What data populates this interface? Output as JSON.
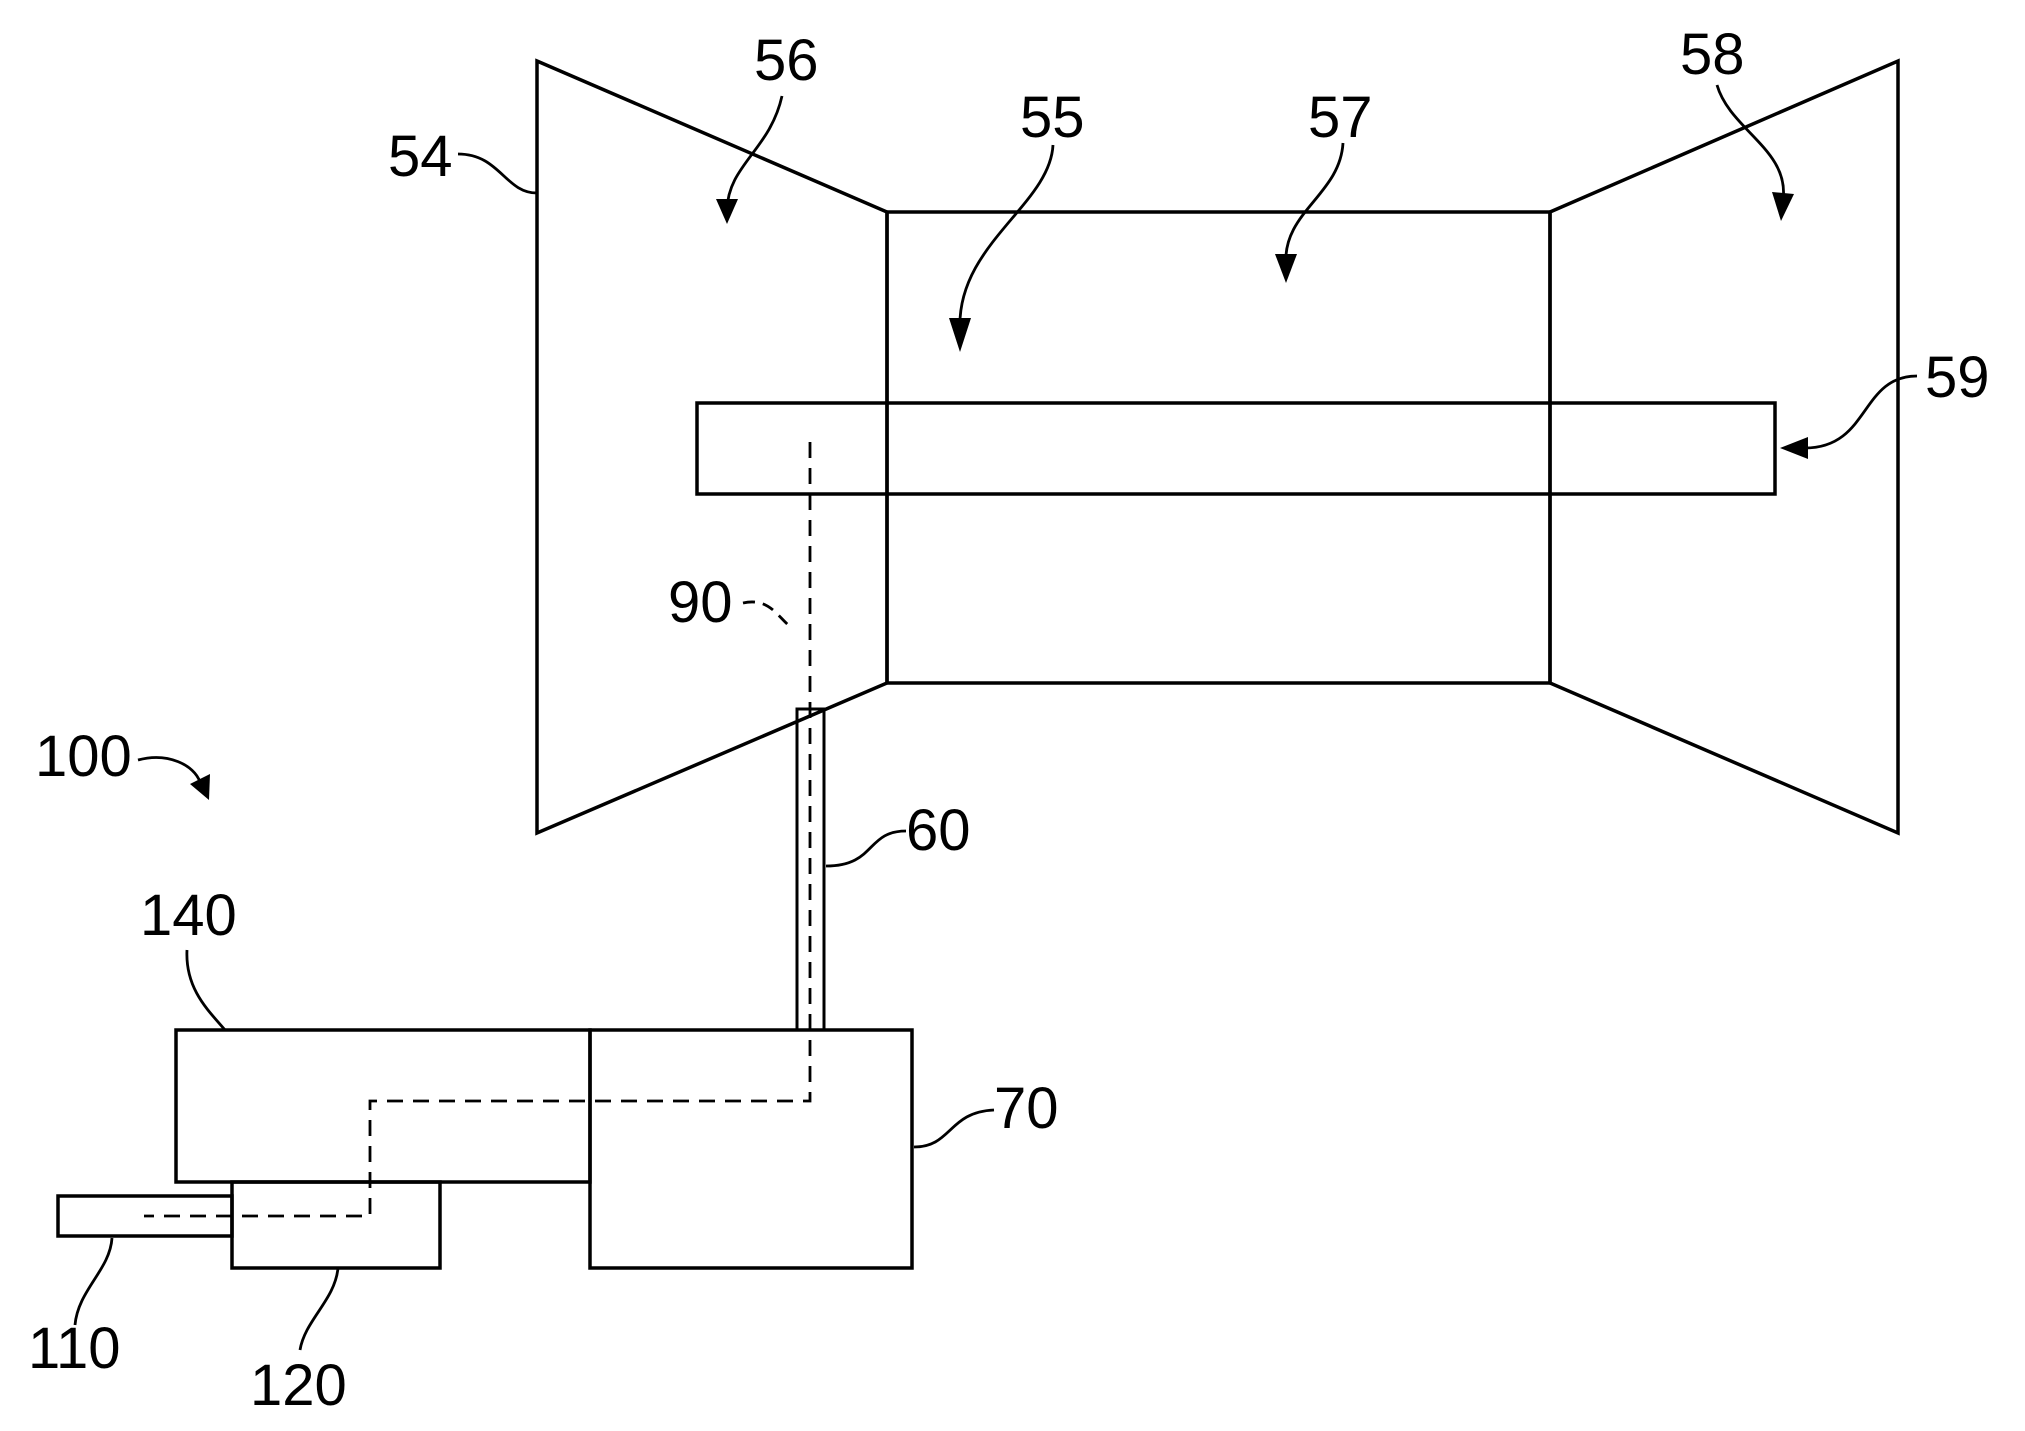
{
  "labels": {
    "l54": "54",
    "l55": "55",
    "l56": "56",
    "l57": "57",
    "l58": "58",
    "l59": "59",
    "l60": "60",
    "l70": "70",
    "l90": "90",
    "l100": "100",
    "l110": "110",
    "l120": "120",
    "l140": "140"
  }
}
